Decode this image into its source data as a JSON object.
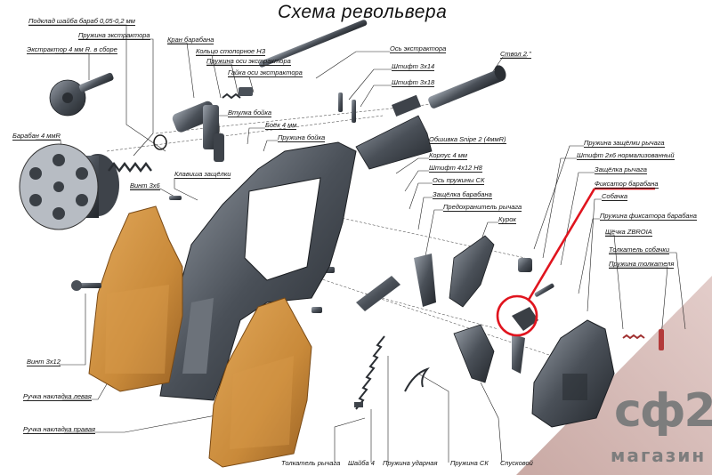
{
  "title": "Схема револьвера",
  "labels": [
    "Подклад шайба бараб 0,05-0,2 мм",
    "Пружина экстрактора",
    "Экстрактор 4 мм R. в сборе",
    "Барабан 4 ммR",
    "Кран барабана",
    "Кольцо стопорное НЗ",
    "Пружина оси экстрактора",
    "Гайка оси экстрактора",
    "Ось экстрактора",
    "Штифт 3х14",
    "Штифт 3х18",
    "Ствол 2.\"",
    "Втулка бойка",
    "Боёк 4 мм",
    "Пружина бойка",
    "Обшивка Snipe 2 (4ммR)",
    "Клавиша защёлки",
    "Винт 3х6",
    "Корпус 4 мм",
    "Штифт 4х12 Н8",
    "Ось пружины СК",
    "Защёлка барабана",
    "Предохранитель рычага",
    "Курок",
    "Пружина защёлки рычага",
    "Штифт 2х6 нормализованный",
    "Защёлка рычага",
    "Фиксатор барабана",
    "Собачка",
    "Пружина фиксатора барабана",
    "Щёчка ZBROIA",
    "Толкатель собачки",
    "Пружина толкателя",
    "Винт 3х12",
    "Ручка накладка левая",
    "Ручка накладка правая",
    "Толкатель рычага",
    "Шайба 4",
    "Пружина ударная",
    "Пружина СК",
    "Спусковой"
  ],
  "watermark": {
    "logo": "сф2",
    "text": "магазин"
  },
  "colors": {
    "steel": "#4a5058",
    "wood": "#c98a3a",
    "highlight": "#e0141e",
    "leader": "#222222"
  }
}
